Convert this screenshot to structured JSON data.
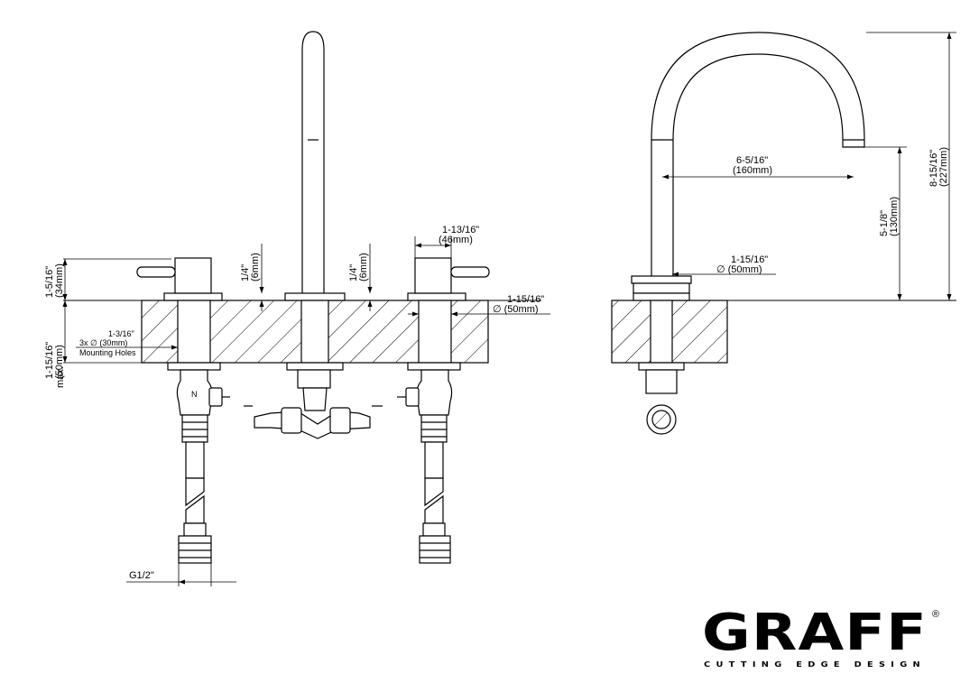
{
  "front": {
    "handle_height": {
      "imperial": "1-5/16\"",
      "metric": "(34mm)"
    },
    "deck_max": {
      "imperial": "1-15/16\"",
      "metric": "(50mm)",
      "prefix": "max."
    },
    "mounting_holes": {
      "line1": "1-3/16\"",
      "line2": "3x ∅ (30mm)",
      "line3": "Mounting Holes"
    },
    "flange_left": {
      "imperial": "1/4\"",
      "metric": "(6mm)"
    },
    "flange_right": {
      "imperial": "1/4\"",
      "metric": "(6mm)"
    },
    "handle_width": {
      "imperial": "1-13/16\"",
      "metric": "(46mm)"
    },
    "base_diameter": {
      "imperial": "1-15/16\"",
      "metric": "∅ (50mm)"
    },
    "connection": "G1/2\""
  },
  "side": {
    "reach": {
      "imperial": "6-5/16\"",
      "metric": "(160mm)"
    },
    "spout_height": {
      "imperial": "5-1/8\"",
      "metric": "(130mm)"
    },
    "total_height": {
      "imperial": "8-15/16\"",
      "metric": "(227mm)"
    },
    "base_diameter": {
      "imperial": "1-15/16\"",
      "metric": "∅ (50mm)"
    }
  },
  "brand": {
    "name": "GRAFF",
    "registered": "®",
    "tagline": "CUTTING EDGE DESIGN"
  }
}
